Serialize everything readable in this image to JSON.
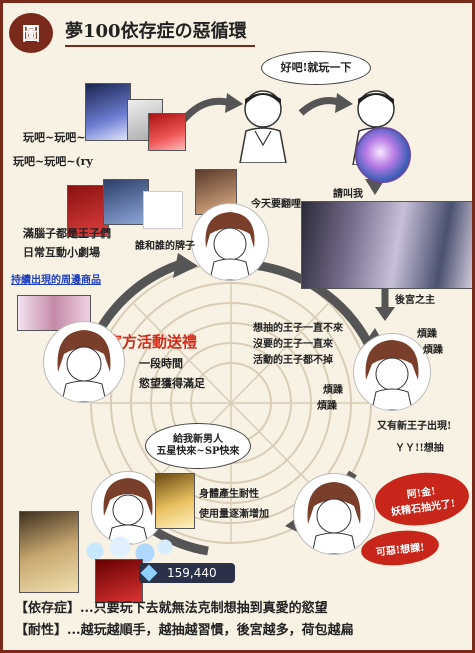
{
  "header": {
    "logo_char": "圖",
    "title": "夢100依存症の惡循環"
  },
  "top_row": {
    "bubble_play": "好吧!就玩一下",
    "play_lines": [
      "玩吧~玩吧~",
      "玩吧~玩吧~(ry"
    ],
    "ask_me": "請叫我",
    "harem": "後宮之主"
  },
  "left_notes": {
    "princes": [
      "滿腦子都是王子們",
      "日常互動小劇場"
    ],
    "goods": "持續出現的周邊商品",
    "event": "官方活動送禮",
    "desire": [
      "一段時間",
      "慾望獲得滿足"
    ]
  },
  "center_top": {
    "wear_who": "今天要翻哩",
    "card_of": "誰和誰的牌子"
  },
  "right_notes": {
    "cannot_draw": [
      "想抽的王子一直不來",
      "沒要的王子一直來",
      "活動的王子都不掉"
    ],
    "irritated_a": [
      "煩躁",
      "煩躁"
    ],
    "irritated_b": [
      "煩躁",
      "煩躁"
    ],
    "new_prince": "又有新王子出現!",
    "must_draw": "ＹＹ!!想抽",
    "burst_gems": "阿!金!\n妖精石抽光了!",
    "burst_hate": "可惡!想課!"
  },
  "bottom_center": {
    "give_men": [
      "給我新男人",
      "五星快來~SP快來"
    ],
    "tolerance": [
      "身體產生耐性",
      "使用量逐漸增加"
    ],
    "counter": "159,440"
  },
  "footer": {
    "line1": "【依存症】...只要玩下去就無法克制想抽到真愛的慾望",
    "line2": "【耐性】...越玩越順手，越抽越習慣，後宮越多，荷包越扁"
  },
  "colors": {
    "frame": "#7a2a1a",
    "event_red": "#d42a18",
    "goods_blue": "#1f3fbf",
    "burst_red": "#c8261a"
  }
}
